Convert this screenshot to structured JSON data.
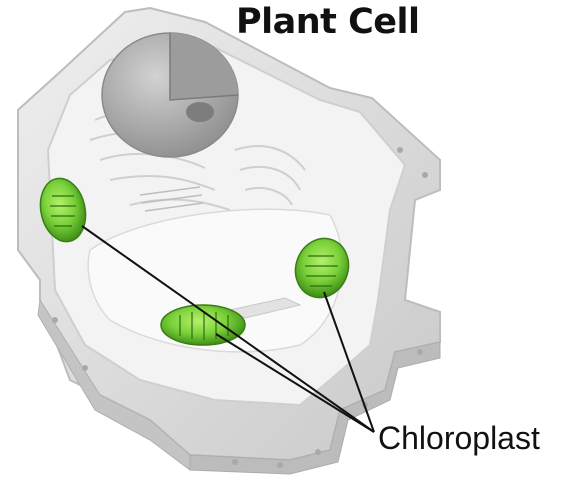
{
  "diagram": {
    "title": "Plant Cell",
    "labels": [
      {
        "text": "Chloroplast",
        "points_to": [
          "chloroplast-left",
          "chloroplast-bottom",
          "chloroplast-right"
        ]
      }
    ],
    "colors": {
      "chloroplast": "#7bd23a",
      "chloroplast_dark": "#3f8f16",
      "cell_wall": "#dcdcdc",
      "cytoplasm": "#f1f1f1",
      "nucleus": "#b3b3b3",
      "leader_line": "#111111"
    }
  }
}
